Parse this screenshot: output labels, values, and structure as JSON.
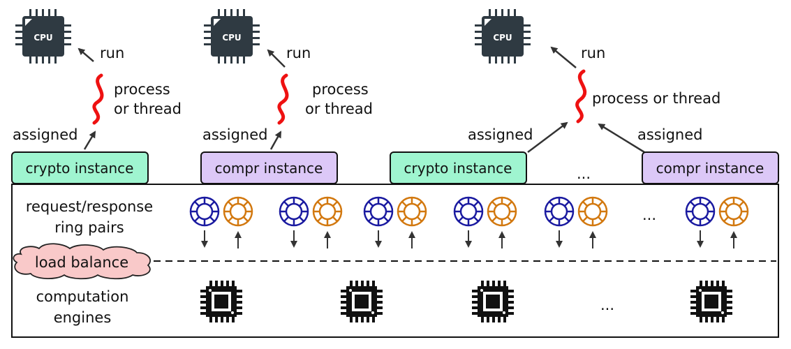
{
  "cpu_label": "CPU",
  "run_label": "run",
  "assigned_label": "assigned",
  "process_label_line1": "process",
  "process_label_line2": "or thread",
  "process_label_single": "process or thread",
  "instances": {
    "crypto": "crypto instance",
    "compr": "compr instance"
  },
  "ellipsis": "...",
  "ring_pairs_label_line1": "request/response",
  "ring_pairs_label_line2": "ring pairs",
  "load_balance_label": "load balance",
  "engines_label_line1": "computation",
  "engines_label_line2": "engines",
  "colors": {
    "crypto_fill": "#9ff5d0",
    "compr_fill": "#dcc8f7",
    "request_ring": "#1a1aa0",
    "response_ring": "#d2780f",
    "thread_wave": "#ee1111",
    "cpu_body": "#2f3a42",
    "load_balance_fill": "#f9c9c9"
  }
}
